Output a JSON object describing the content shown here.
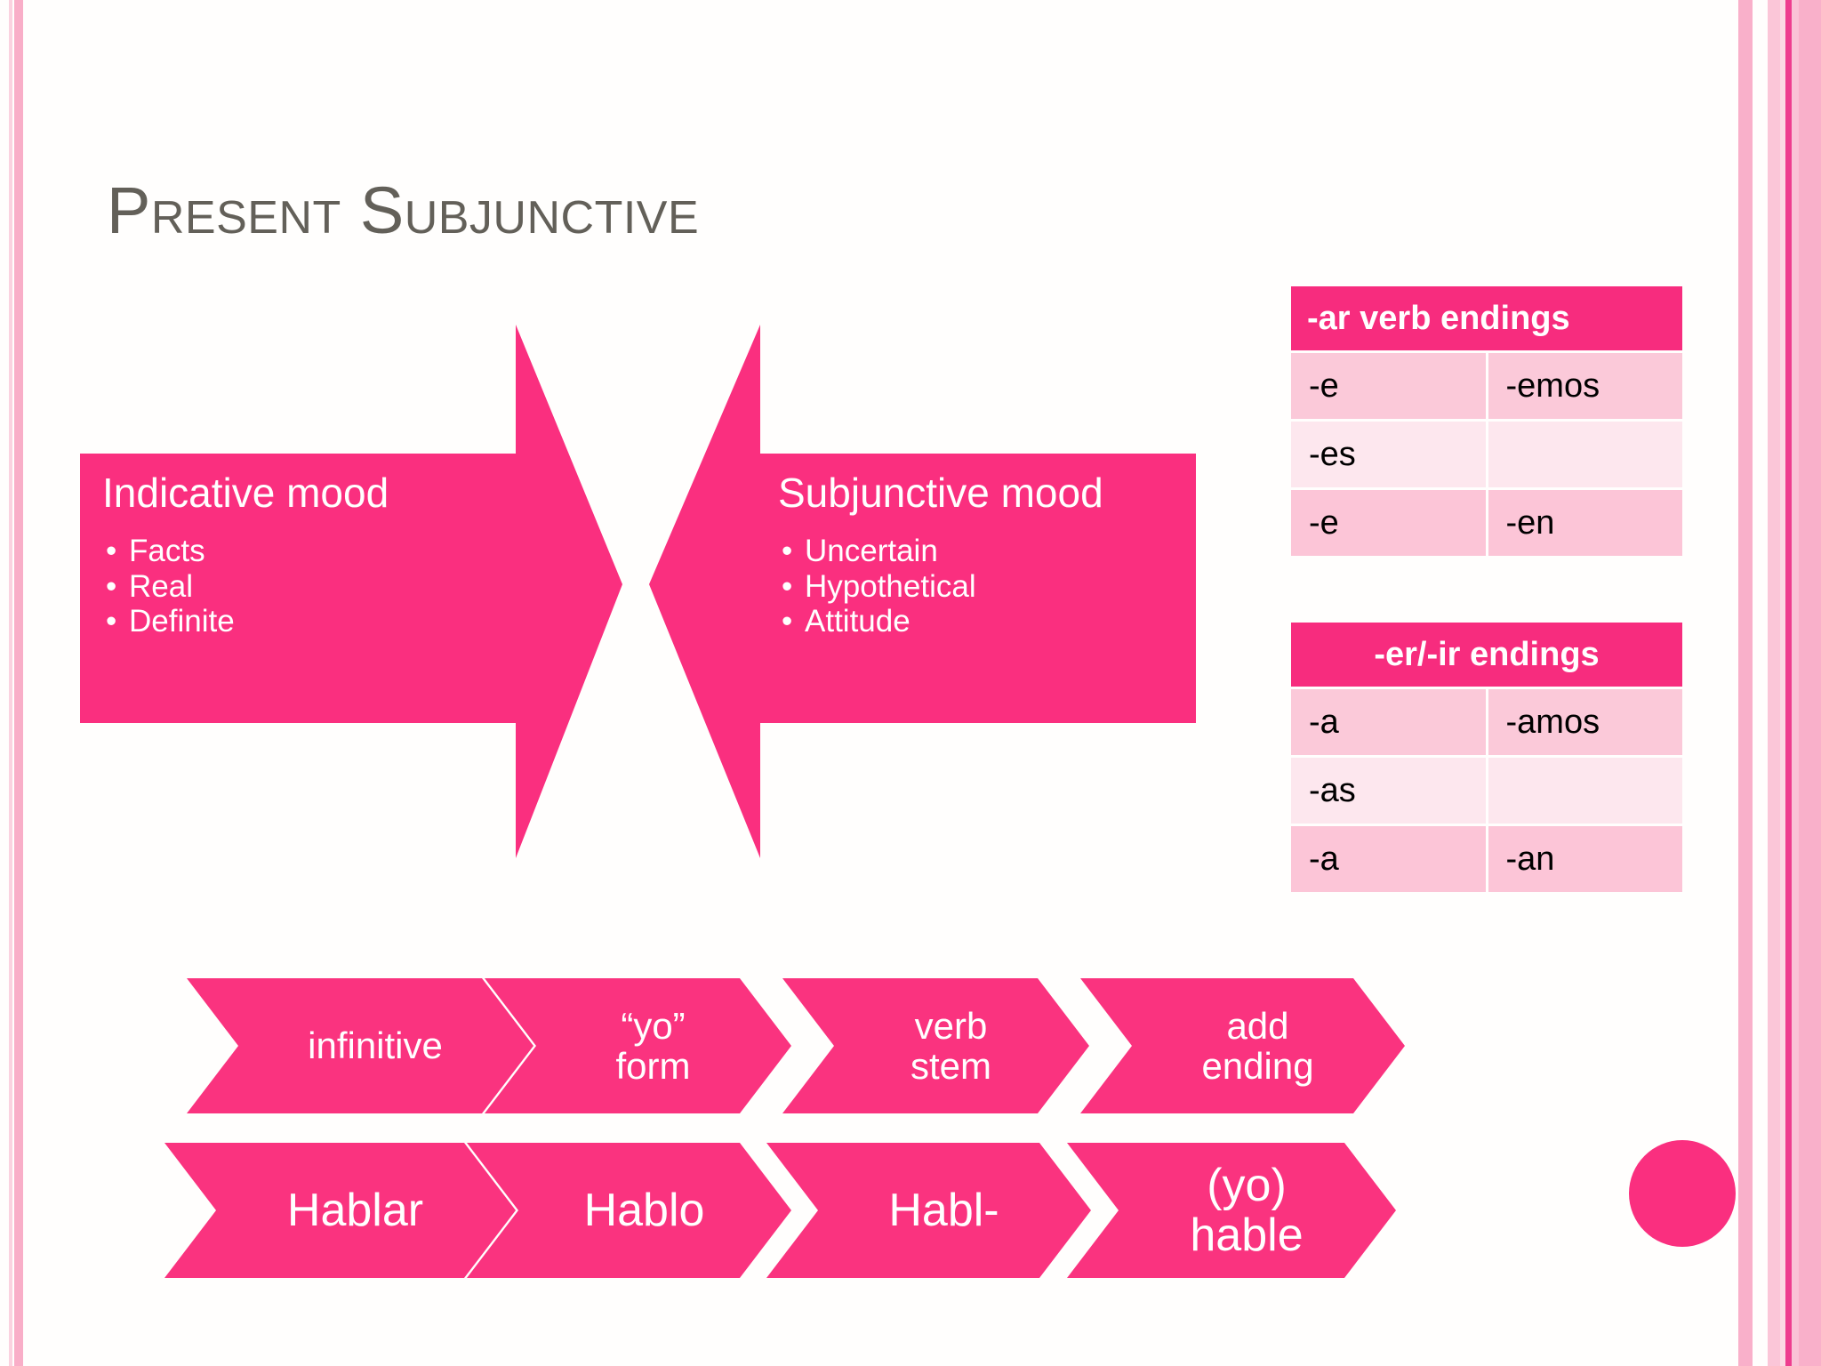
{
  "slide": {
    "title": "Present Subjunctive",
    "background_color": "#fffefd",
    "accent_color": "#fa2f7f",
    "title_color": "#636059"
  },
  "moods": {
    "indicative": {
      "heading": "Indicative mood",
      "bullets": [
        "Facts",
        "Real",
        "Definite"
      ]
    },
    "subjunctive": {
      "heading": "Subjunctive mood",
      "bullets": [
        "Uncertain",
        "Hypothetical",
        "Attitude"
      ]
    }
  },
  "tables": {
    "ar": {
      "header": "-ar verb endings",
      "rows": [
        [
          "-e",
          "-emos"
        ],
        [
          "-es",
          ""
        ],
        [
          "-e",
          "-en"
        ]
      ]
    },
    "er_ir": {
      "header": "-er/-ir endings",
      "rows": [
        [
          "-a",
          "-amos"
        ],
        [
          "-as",
          ""
        ],
        [
          "-a",
          "-an"
        ]
      ]
    }
  },
  "process": {
    "steps": [
      "infinitive",
      "“yo”\nform",
      "verb\nstem",
      "add\nending"
    ],
    "example": [
      "Hablar",
      "Hablo",
      "Habl-",
      "(yo)\nhable"
    ]
  }
}
